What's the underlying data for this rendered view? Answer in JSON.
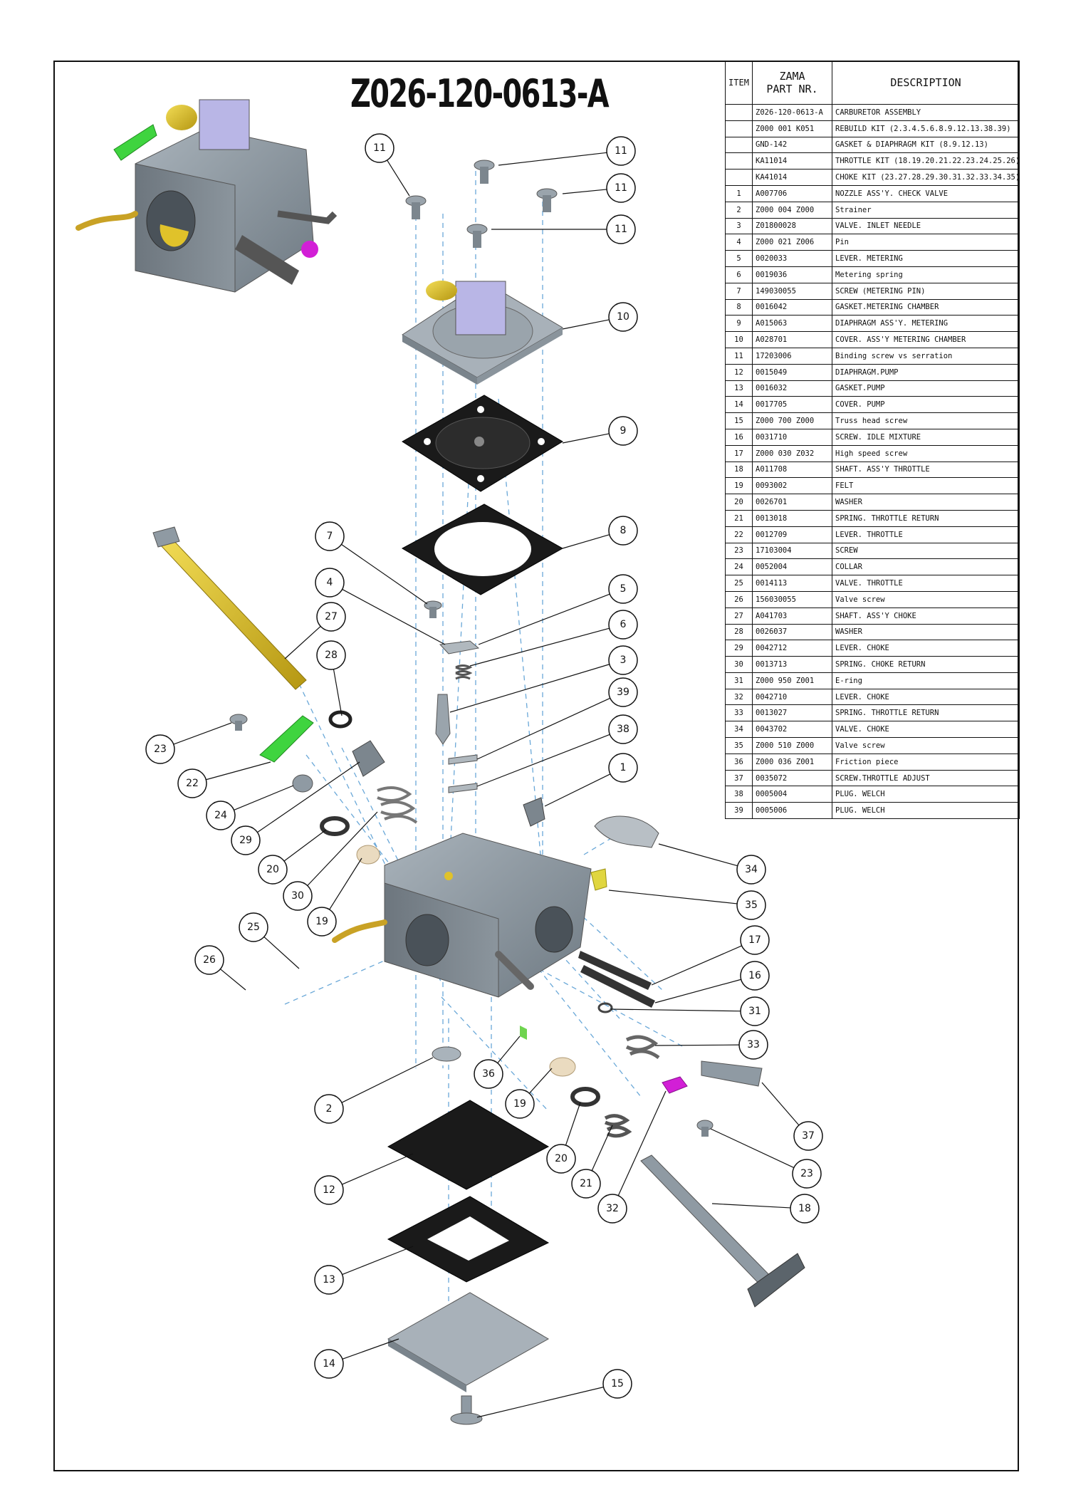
{
  "drawing_number": "Z026-120-0613-A",
  "table_headers": {
    "item": "ITEM",
    "part_nr_line1": "ZAMA",
    "part_nr_line2": "PART NR.",
    "description": "DESCRIPTION"
  },
  "kits": [
    {
      "item": "",
      "part": "Z026-120-0613-A",
      "desc": "CARBURETOR ASSEMBLY"
    },
    {
      "item": "",
      "part": "Z000 001 K051",
      "desc": "REBUILD KIT (2.3.4.5.6.8.9.12.13.38.39)"
    },
    {
      "item": "",
      "part": "GND-142",
      "desc": "GASKET & DIAPHRAGM KIT (8.9.12.13)"
    },
    {
      "item": "",
      "part": "KA11014",
      "desc": "THROTTLE KIT (18.19.20.21.22.23.24.25.26)"
    },
    {
      "item": "",
      "part": "KA41014",
      "desc": "CHOKE KIT (23.27.28.29.30.31.32.33.34.35)"
    }
  ],
  "parts": [
    {
      "item": "1",
      "part": "A007706",
      "desc": "NOZZLE ASS'Y. CHECK VALVE"
    },
    {
      "item": "2",
      "part": "Z000 004 Z000",
      "desc": "Strainer"
    },
    {
      "item": "3",
      "part": "Z01800028",
      "desc": "VALVE. INLET NEEDLE"
    },
    {
      "item": "4",
      "part": "Z000 021 Z006",
      "desc": "Pin"
    },
    {
      "item": "5",
      "part": "0020033",
      "desc": "LEVER. METERING"
    },
    {
      "item": "6",
      "part": "0019036",
      "desc": "Metering spring"
    },
    {
      "item": "7",
      "part": "149030055",
      "desc": "SCREW (METERING PIN)"
    },
    {
      "item": "8",
      "part": "0016042",
      "desc": "GASKET.METERING CHAMBER"
    },
    {
      "item": "9",
      "part": "A015063",
      "desc": "DIAPHRAGM ASS'Y. METERING"
    },
    {
      "item": "10",
      "part": "A028701",
      "desc": "COVER. ASS'Y METERING CHAMBER"
    },
    {
      "item": "11",
      "part": "17203006",
      "desc": "Binding screw vs serration"
    },
    {
      "item": "12",
      "part": "0015049",
      "desc": "DIAPHRAGM.PUMP"
    },
    {
      "item": "13",
      "part": "0016032",
      "desc": "GASKET.PUMP"
    },
    {
      "item": "14",
      "part": "0017705",
      "desc": "COVER. PUMP"
    },
    {
      "item": "15",
      "part": "Z000 700 Z000",
      "desc": "Truss head screw"
    },
    {
      "item": "16",
      "part": "0031710",
      "desc": "SCREW. IDLE MIXTURE"
    },
    {
      "item": "17",
      "part": "Z000 030 Z032",
      "desc": "High speed screw"
    },
    {
      "item": "18",
      "part": "A011708",
      "desc": "SHAFT. ASS'Y THROTTLE"
    },
    {
      "item": "19",
      "part": "0093002",
      "desc": "FELT"
    },
    {
      "item": "20",
      "part": "0026701",
      "desc": "WASHER"
    },
    {
      "item": "21",
      "part": "0013018",
      "desc": "SPRING. THROTTLE RETURN"
    },
    {
      "item": "22",
      "part": "0012709",
      "desc": "LEVER. THROTTLE"
    },
    {
      "item": "23",
      "part": "17103004",
      "desc": "SCREW"
    },
    {
      "item": "24",
      "part": "0052004",
      "desc": "COLLAR"
    },
    {
      "item": "25",
      "part": "0014113",
      "desc": "VALVE. THROTTLE"
    },
    {
      "item": "26",
      "part": "156030055",
      "desc": "Valve screw"
    },
    {
      "item": "27",
      "part": "A041703",
      "desc": "SHAFT. ASS'Y CHOKE"
    },
    {
      "item": "28",
      "part": "0026037",
      "desc": "WASHER"
    },
    {
      "item": "29",
      "part": "0042712",
      "desc": "LEVER. CHOKE"
    },
    {
      "item": "30",
      "part": "0013713",
      "desc": "SPRING. CHOKE RETURN"
    },
    {
      "item": "31",
      "part": "Z000 950 Z001",
      "desc": "E-ring"
    },
    {
      "item": "32",
      "part": "0042710",
      "desc": "LEVER. CHOKE"
    },
    {
      "item": "33",
      "part": "0013027",
      "desc": "SPRING. THROTTLE RETURN"
    },
    {
      "item": "34",
      "part": "0043702",
      "desc": "VALVE. CHOKE"
    },
    {
      "item": "35",
      "part": "Z000 510 Z000",
      "desc": "Valve screw"
    },
    {
      "item": "36",
      "part": "Z000 036 Z001",
      "desc": "Friction piece"
    },
    {
      "item": "37",
      "part": "0035072",
      "desc": "SCREW.THROTTLE ADJUST"
    },
    {
      "item": "38",
      "part": "0005004",
      "desc": "PLUG. WELCH"
    },
    {
      "item": "39",
      "part": "0005006",
      "desc": "PLUG. WELCH"
    }
  ],
  "callouts": [
    {
      "label": "11"
    },
    {
      "label": "11"
    },
    {
      "label": "11"
    },
    {
      "label": "11"
    },
    {
      "label": "10"
    },
    {
      "label": "9"
    },
    {
      "label": "8"
    },
    {
      "label": "7"
    },
    {
      "label": "4"
    },
    {
      "label": "5"
    },
    {
      "label": "6"
    },
    {
      "label": "3"
    },
    {
      "label": "39"
    },
    {
      "label": "38"
    },
    {
      "label": "1"
    },
    {
      "label": "27"
    },
    {
      "label": "28"
    },
    {
      "label": "23"
    },
    {
      "label": "22"
    },
    {
      "label": "24"
    },
    {
      "label": "29"
    },
    {
      "label": "20"
    },
    {
      "label": "30"
    },
    {
      "label": "19"
    },
    {
      "label": "25"
    },
    {
      "label": "26"
    },
    {
      "label": "34"
    },
    {
      "label": "35"
    },
    {
      "label": "17"
    },
    {
      "label": "16"
    },
    {
      "label": "31"
    },
    {
      "label": "33"
    },
    {
      "label": "37"
    },
    {
      "label": "23"
    },
    {
      "label": "18"
    },
    {
      "label": "36"
    },
    {
      "label": "2"
    },
    {
      "label": "19"
    },
    {
      "label": "20"
    },
    {
      "label": "21"
    },
    {
      "label": "32"
    },
    {
      "label": "12"
    },
    {
      "label": "13"
    },
    {
      "label": "14"
    },
    {
      "label": "15"
    }
  ],
  "colors": {
    "frame": "#111111",
    "body_gray": "#8f9aa3",
    "yellow_part": "#e0c22a",
    "green_lever": "#3fd43f",
    "magenta_lever": "#d21fd6",
    "lavender_block": "#b9b6e6",
    "gasket_black": "#1a1a1a",
    "axis_dash": "#6aa8d8"
  }
}
